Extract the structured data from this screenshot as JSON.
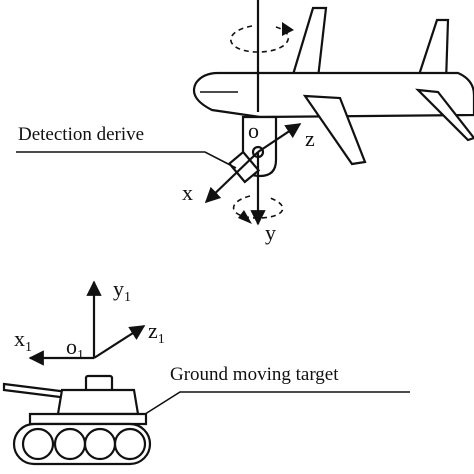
{
  "labels": {
    "detection": "Detection derive",
    "ground": "Ground moving target",
    "o": "o",
    "x": "x",
    "y": "y",
    "z": "z",
    "o1": "o",
    "o1_sub": "1",
    "x1": "x",
    "x1_sub": "1",
    "y1": "y",
    "y1_sub": "1",
    "z1": "z",
    "z1_sub": "1"
  }
}
